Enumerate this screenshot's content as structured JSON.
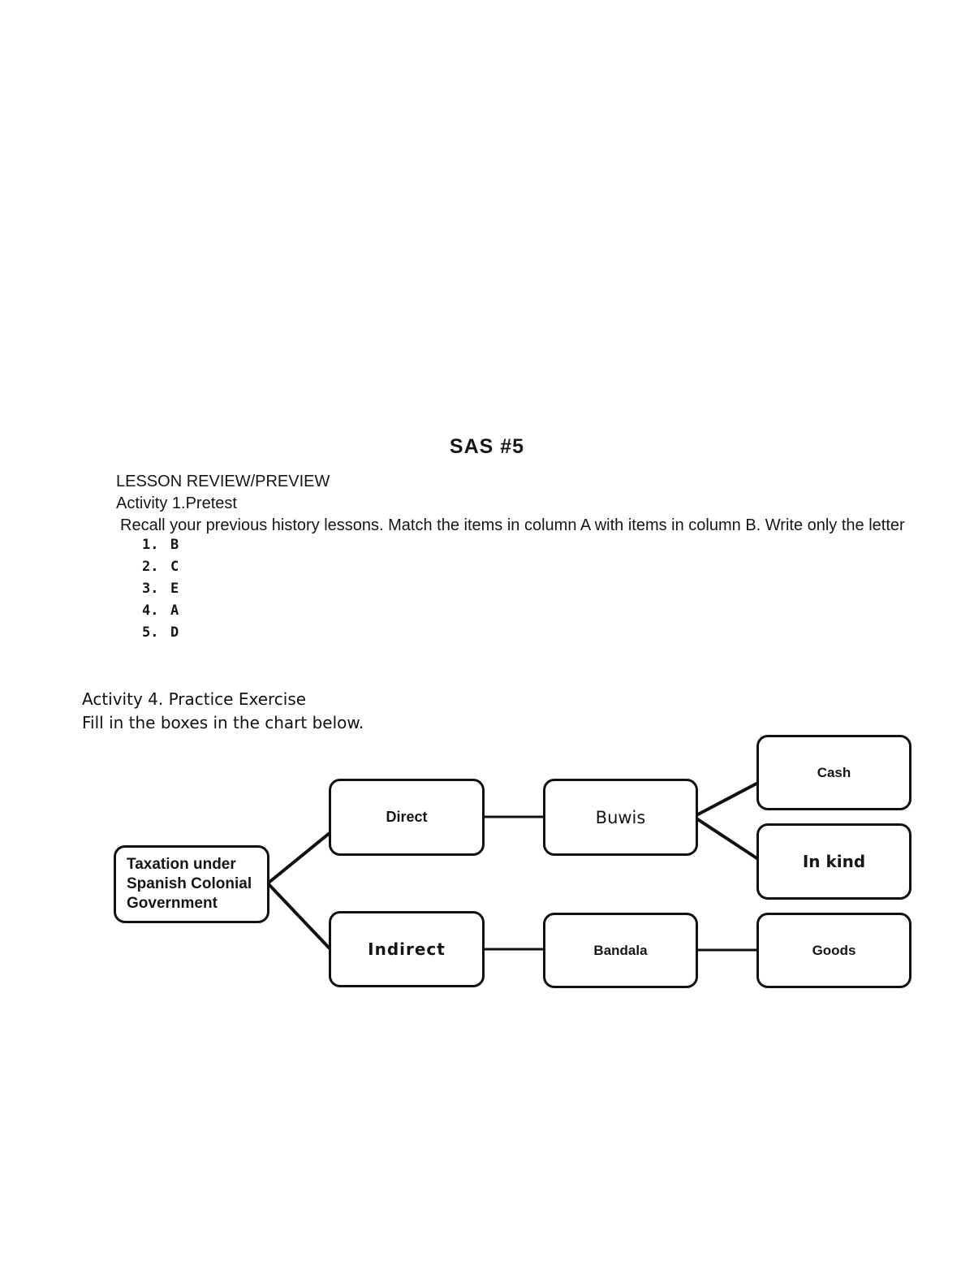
{
  "document": {
    "title": "SAS #5",
    "review": {
      "heading": "LESSON REVIEW/PREVIEW",
      "activity_label": "Activity 1.Pretest",
      "instructions": "Recall your previous history lessons. Match the items in column A with items in column B. Write only the letter",
      "answers": [
        {
          "number": "1.",
          "letter": "B"
        },
        {
          "number": "2.",
          "letter": "C"
        },
        {
          "number": "3.",
          "letter": "E"
        },
        {
          "number": "4.",
          "letter": "A"
        },
        {
          "number": "5.",
          "letter": "D"
        }
      ]
    },
    "practice": {
      "heading": "Activity 4. Practice Exercise",
      "instructions": "Fill in the boxes in the chart below."
    },
    "diagram": {
      "nodes": {
        "root": "Taxation under Spanish Colonial Government",
        "direct": "Direct",
        "indirect": "Indirect",
        "buwis": "Buwis",
        "bandala": "Bandala",
        "cash": "Cash",
        "in_kind": "In kind",
        "goods": "Goods"
      },
      "edges": [
        [
          "root",
          "direct"
        ],
        [
          "root",
          "indirect"
        ],
        [
          "direct",
          "buwis"
        ],
        [
          "buwis",
          "cash"
        ],
        [
          "buwis",
          "in_kind"
        ],
        [
          "indirect",
          "bandala"
        ],
        [
          "bandala",
          "goods"
        ]
      ]
    }
  },
  "colors": {
    "ink": "#111111",
    "background": "#ffffff"
  }
}
